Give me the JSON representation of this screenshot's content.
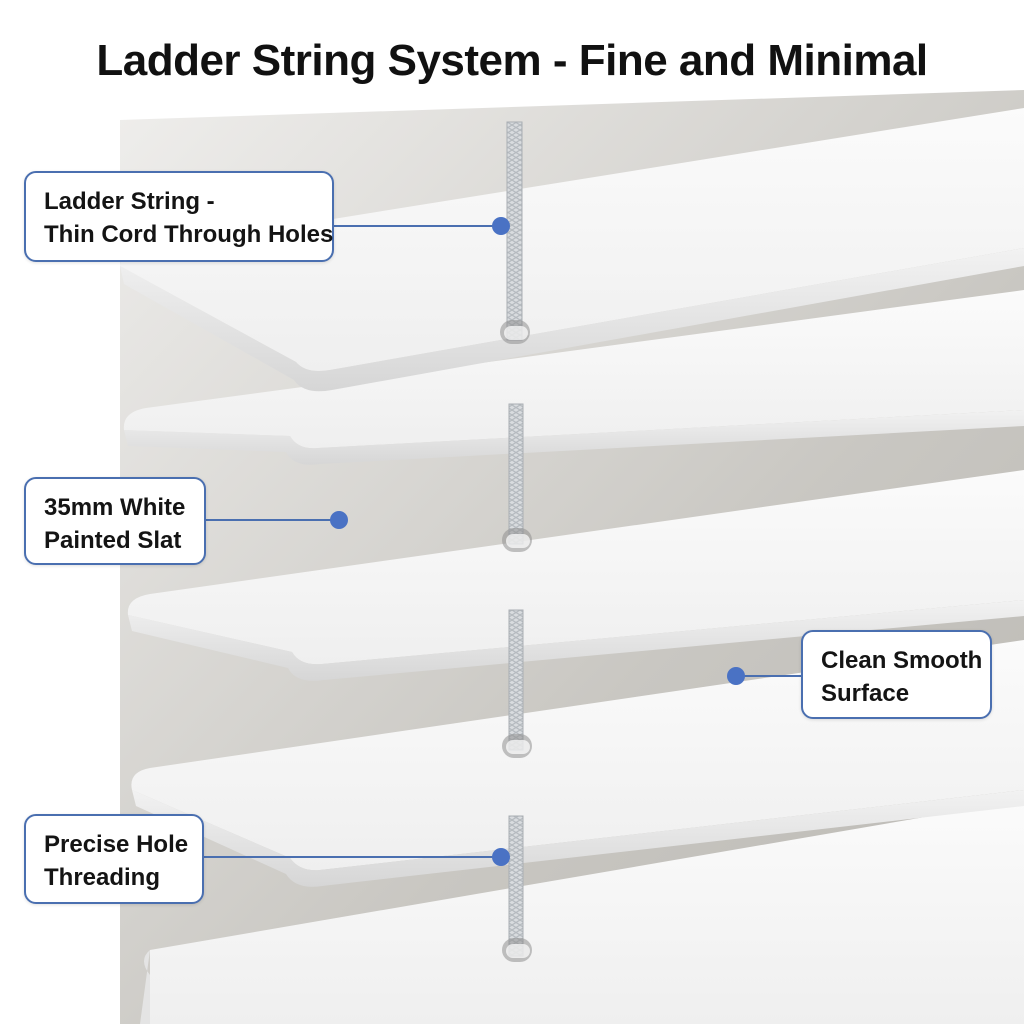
{
  "title": "Ladder String System - Fine and Minimal",
  "callouts": {
    "ladder_string": [
      "Ladder String -",
      "Thin Cord Through Holes"
    ],
    "slat": [
      "35mm White",
      "Painted Slat"
    ],
    "surface": [
      "Clean Smooth",
      "Surface"
    ],
    "threading": [
      "Precise Hole",
      "Threading"
    ]
  },
  "colors": {
    "accent": "#4a6fb0",
    "marker": "#4a72c4",
    "slat_top": "#f6f6f6",
    "slat_edge": "#e2e2e2",
    "background_shadow": "#c9c7c2",
    "cord": "#cfd3d6"
  }
}
